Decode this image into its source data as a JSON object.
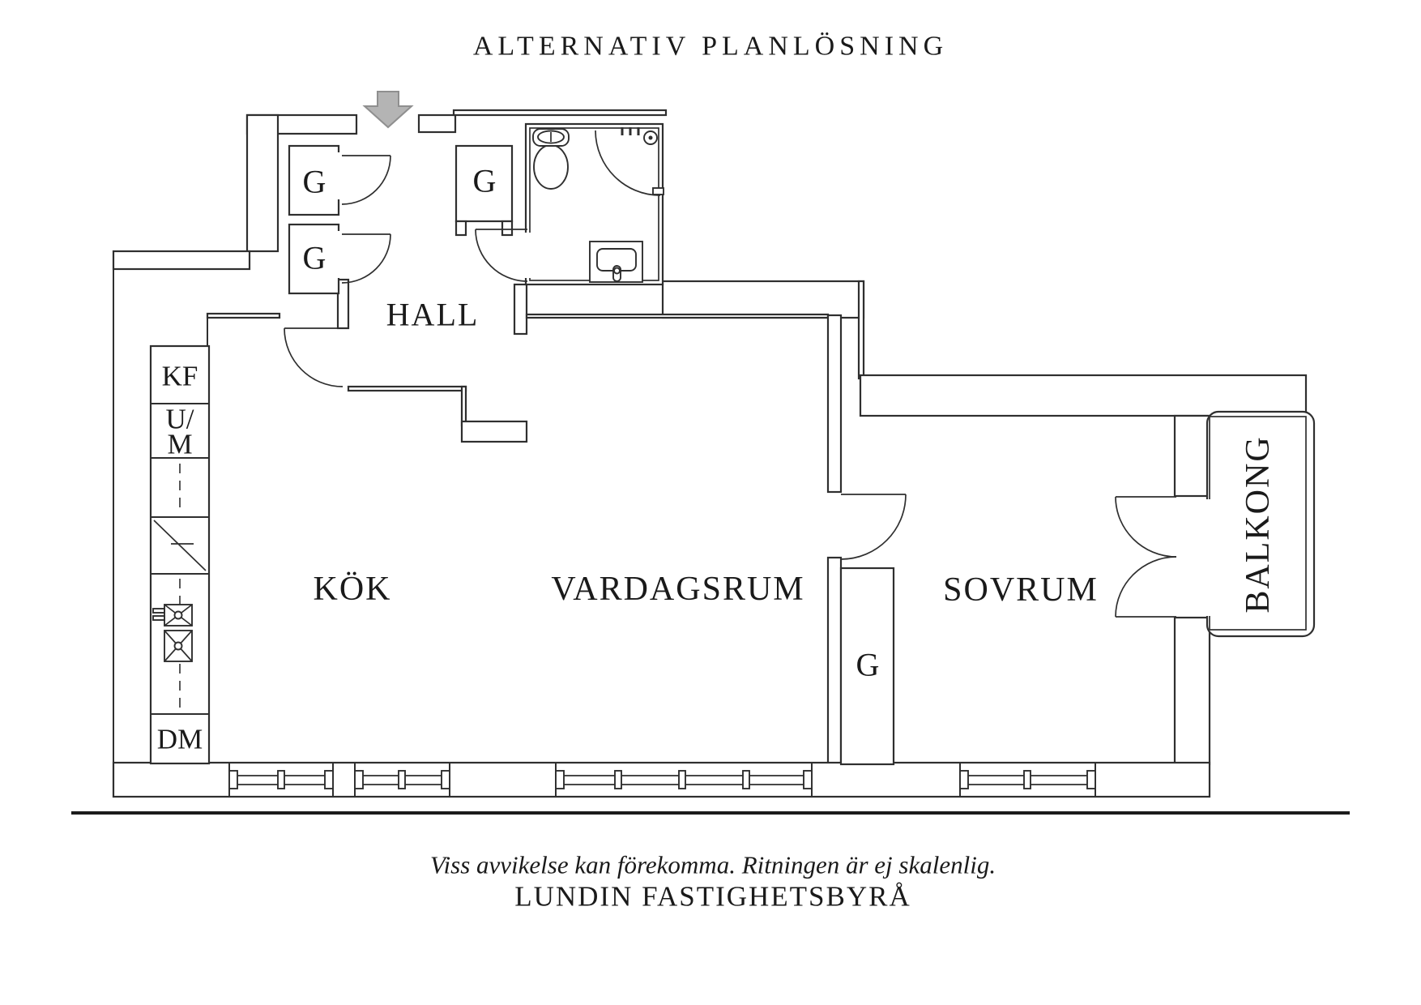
{
  "title": "ALTERNATIV PLANLÖSNING",
  "rooms": {
    "hall": "HALL",
    "kitchen": "KÖK",
    "living": "VARDAGSRUM",
    "bedroom": "SOVRUM",
    "balcony": "BALKONG"
  },
  "closets": {
    "hall_upper": "G",
    "hall_lower": "G",
    "hall_right": "G",
    "bedroom": "G"
  },
  "appliances": {
    "fridge_freezer": "KF",
    "oven_micro_line1": "U/",
    "oven_micro_line2": "M",
    "dishwasher": "DM"
  },
  "footer": {
    "disclaimer": "Viss avvikelse kan förekomma. Ritningen är ej skalenlig.",
    "agency": "LUNDIN FASTIGHETSBYRÅ"
  },
  "colors": {
    "wall": "#2f2f2f",
    "text": "#1a1a1a",
    "arrow_fill": "#b4b4b4",
    "arrow_stroke": "#8f8f8f",
    "ground": "#1c1c1c",
    "bg": "#ffffff"
  }
}
